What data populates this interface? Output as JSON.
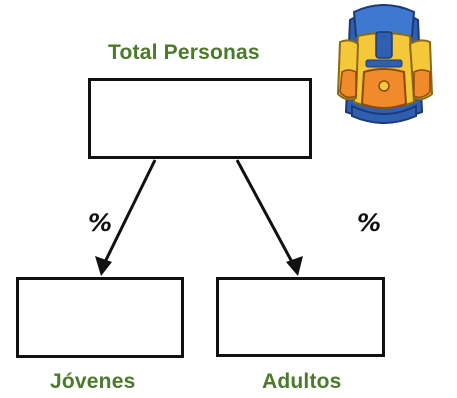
{
  "diagram": {
    "root": {
      "label": "Total Personas"
    },
    "children": [
      {
        "label": "Jóvenes",
        "edge_label": "%"
      },
      {
        "label": "Adultos",
        "edge_label": "%"
      }
    ]
  },
  "colors": {
    "label_text": "#4a7a2a",
    "box_border": "#111111",
    "arrow": "#111111"
  },
  "illustration": {
    "icon": "backpack-icon"
  }
}
